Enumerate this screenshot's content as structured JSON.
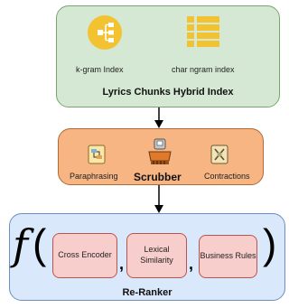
{
  "index": {
    "title": "Lyrics Chunks Hybrid Index",
    "kgram_label": "k-gram Index",
    "ngram_label": "char ngram index",
    "kgram_icon": "tree-structure-icon",
    "ngram_icon": "list-icon"
  },
  "scrubber": {
    "title": "Scrubber",
    "left_label": "Paraphrasing",
    "right_label": "Contractions",
    "left_icon": "paraphrasing-icon",
    "center_icon": "scrubber-icon",
    "right_icon": "contractions-icon"
  },
  "reranker": {
    "title": "Re-Ranker",
    "function_symbol": "f",
    "open_paren": "(",
    "close_paren": ")",
    "separator": ",",
    "components": [
      "Cross Encoder",
      "Lexical Similarity",
      "Business Rules"
    ]
  },
  "colors": {
    "index_fill": "#d5e8d4",
    "scrubber_fill": "#f7b584",
    "reranker_fill": "#dae8fc",
    "component_fill": "#f8cecc",
    "icon_yellow": "#f2c230"
  }
}
